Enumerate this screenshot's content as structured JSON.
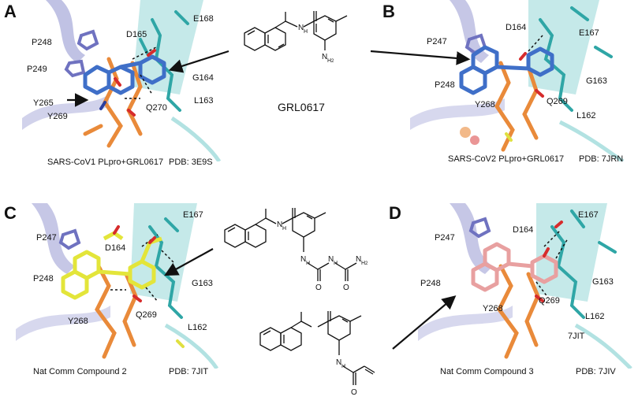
{
  "panels": {
    "A": {
      "letter": "A",
      "residues": [
        "D165",
        "E168",
        "P248",
        "P249",
        "G164",
        "Y265",
        "Y269",
        "Q270",
        "L163"
      ],
      "caption_left": "SARS-CoV1 PLpro+GRL0617",
      "caption_right": "PDB: 3E9S"
    },
    "B": {
      "letter": "B",
      "residues": [
        "D164",
        "E167",
        "P247",
        "P248",
        "G163",
        "Y268",
        "Q269",
        "L162"
      ],
      "caption_left": "SARS-CoV2 PLpro+GRL0617",
      "caption_right": "PDB: 7JRN"
    },
    "C": {
      "letter": "C",
      "residues": [
        "E167",
        "P247",
        "D164",
        "P248",
        "G163",
        "Y268",
        "Q269",
        "L162"
      ],
      "caption_left": "Nat Comm Compound 2",
      "caption_right": "PDB: 7JIT"
    },
    "D": {
      "letter": "D",
      "residues": [
        "E167",
        "P247",
        "D164",
        "P248",
        "G163",
        "Y268",
        "Q269",
        "L162",
        "7JIT"
      ],
      "caption_left": "Nat Comm Compound 3",
      "caption_right": "PDB: 7JIV"
    }
  },
  "compound_center": {
    "name": "GRL0617"
  },
  "chem_labels": {
    "NH": "N",
    "NH_sub": "H",
    "NH2_N": "N",
    "NH2_sub": "H",
    "NH2_sub2": "2",
    "O": "O"
  },
  "colors": {
    "protein_ribbon": "#8d8fce",
    "helix_cyan": "#7fcfcf",
    "carbon_orange": "#e98a3a",
    "grl_blue": "#3f6fc8",
    "compound2_yellow": "#e3e53a",
    "compound3_pink": "#e8a0a0",
    "nitrogen": "#2b3f9e",
    "oxygen": "#d62c2c"
  }
}
